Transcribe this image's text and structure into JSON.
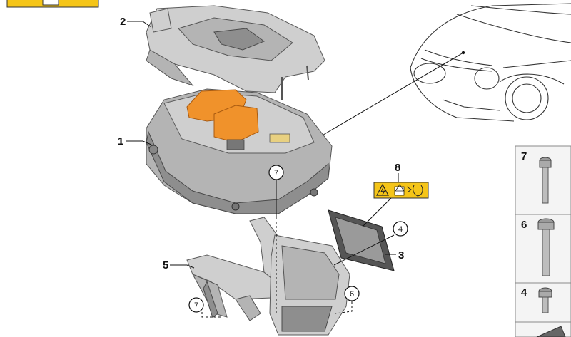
{
  "callouts": {
    "c1": "1",
    "c2": "2",
    "c3": "3",
    "c4_circle": "4",
    "c5": "5",
    "c6_circle": "6",
    "c7_circle_top": "7",
    "c7_circle_bottom": "7",
    "c8": "8"
  },
  "side_panel": {
    "bolt_7": "7",
    "bolt_6": "6",
    "bolt_4": "4"
  },
  "colors": {
    "part_orange": "#f0922b",
    "warning_yellow": "#f5c518",
    "metal_grey": "#b4b4b4"
  },
  "icons": [
    "warning-label-icon",
    "high-voltage-icon",
    "manual-book-icon",
    "hand-warning-icon",
    "car-outline-icon"
  ]
}
